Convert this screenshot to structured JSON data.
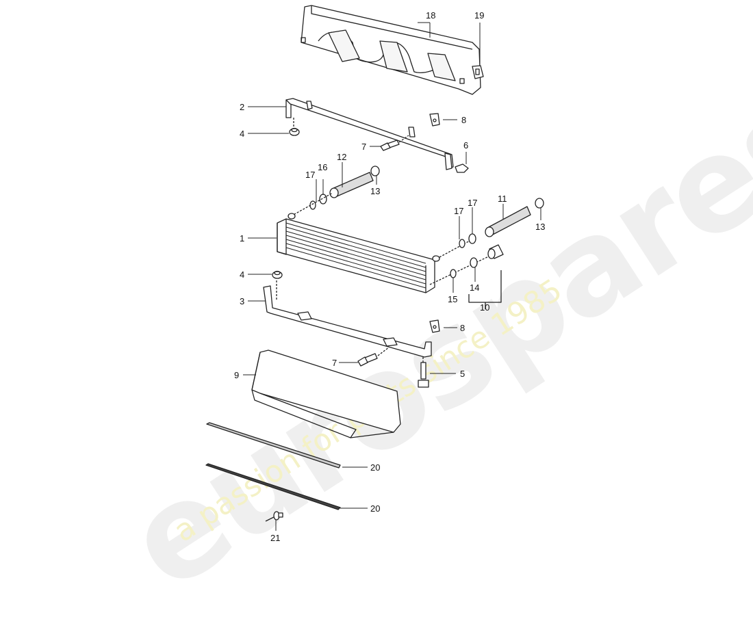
{
  "diagram": {
    "type": "exploded-parts-diagram",
    "subject": "oil cooler assembly",
    "watermark": {
      "brand": "eurospares",
      "tagline": "a passion for parts since 1985"
    },
    "callouts": [
      {
        "id": "c1",
        "label": "1"
      },
      {
        "id": "c2",
        "label": "2"
      },
      {
        "id": "c3",
        "label": "3"
      },
      {
        "id": "c4a",
        "label": "4"
      },
      {
        "id": "c4b",
        "label": "4"
      },
      {
        "id": "c5",
        "label": "5"
      },
      {
        "id": "c6",
        "label": "6"
      },
      {
        "id": "c7a",
        "label": "7"
      },
      {
        "id": "c7b",
        "label": "7"
      },
      {
        "id": "c8a",
        "label": "8"
      },
      {
        "id": "c8b",
        "label": "8"
      },
      {
        "id": "c9",
        "label": "9"
      },
      {
        "id": "c10",
        "label": "10"
      },
      {
        "id": "c11",
        "label": "11"
      },
      {
        "id": "c12",
        "label": "12"
      },
      {
        "id": "c13a",
        "label": "13"
      },
      {
        "id": "c13b",
        "label": "13"
      },
      {
        "id": "c14",
        "label": "14"
      },
      {
        "id": "c15",
        "label": "15"
      },
      {
        "id": "c16a",
        "label": "16"
      },
      {
        "id": "c16b",
        "label": "16"
      },
      {
        "id": "c17a",
        "label": "17"
      },
      {
        "id": "c17b",
        "label": "17"
      },
      {
        "id": "c18",
        "label": "18"
      },
      {
        "id": "c19",
        "label": "19"
      },
      {
        "id": "c20a",
        "label": "20"
      },
      {
        "id": "c20b",
        "label": "20"
      },
      {
        "id": "c21",
        "label": "21"
      }
    ]
  }
}
